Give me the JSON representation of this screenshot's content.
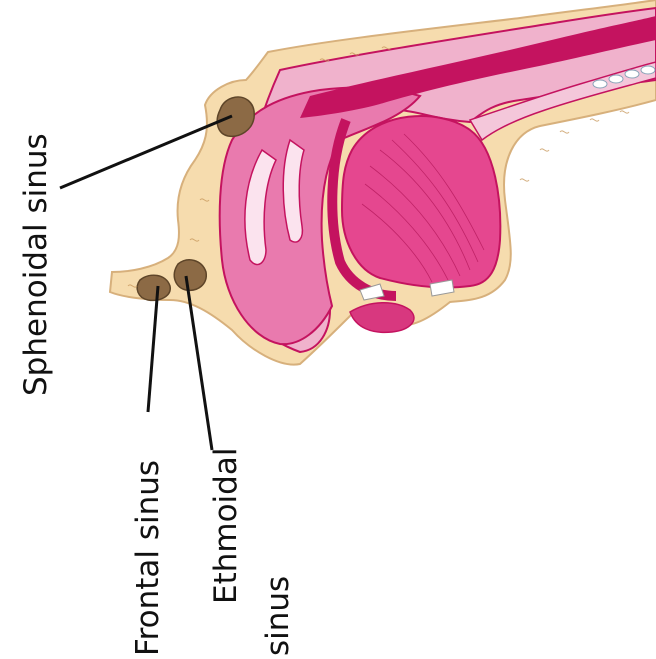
{
  "labels": {
    "sphenoidal": "Sphenoidal sinus",
    "frontal": "Frontal sinus",
    "ethmoidal_line1": "Ethmoidal",
    "ethmoidal_line2": "sinus"
  },
  "colors": {
    "bone": "#f6dcae",
    "bone_edge": "#d7b07c",
    "tissue_light": "#f0b2cc",
    "tissue": "#e97aae",
    "tissue_dark": "#c4135f",
    "tissue_mid": "#d8387f",
    "sinus_fill": "#8c6a45",
    "pointer_line": "#111111"
  }
}
